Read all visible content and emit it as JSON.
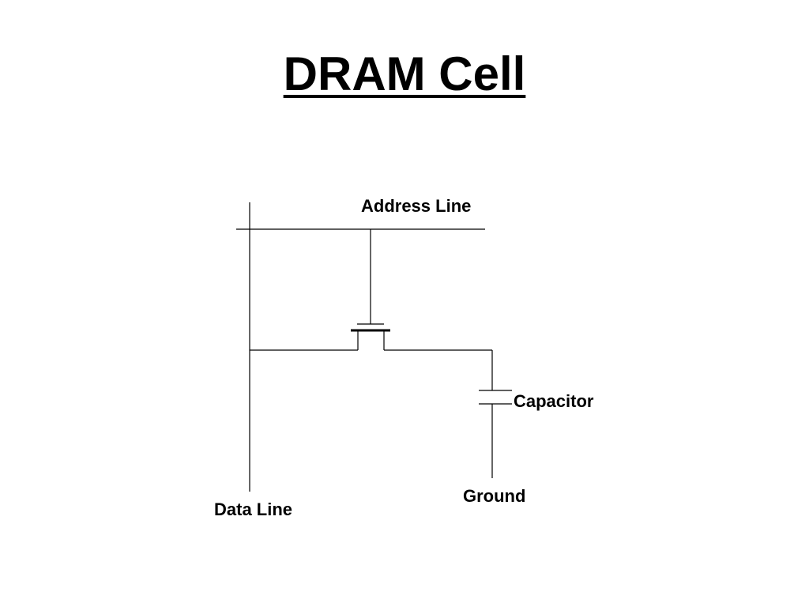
{
  "slide": {
    "title": "DRAM Cell"
  },
  "diagram": {
    "labels": {
      "address_line": "Address Line",
      "capacitor": "Capacitor",
      "ground": "Ground",
      "data_line": "Data Line"
    }
  }
}
